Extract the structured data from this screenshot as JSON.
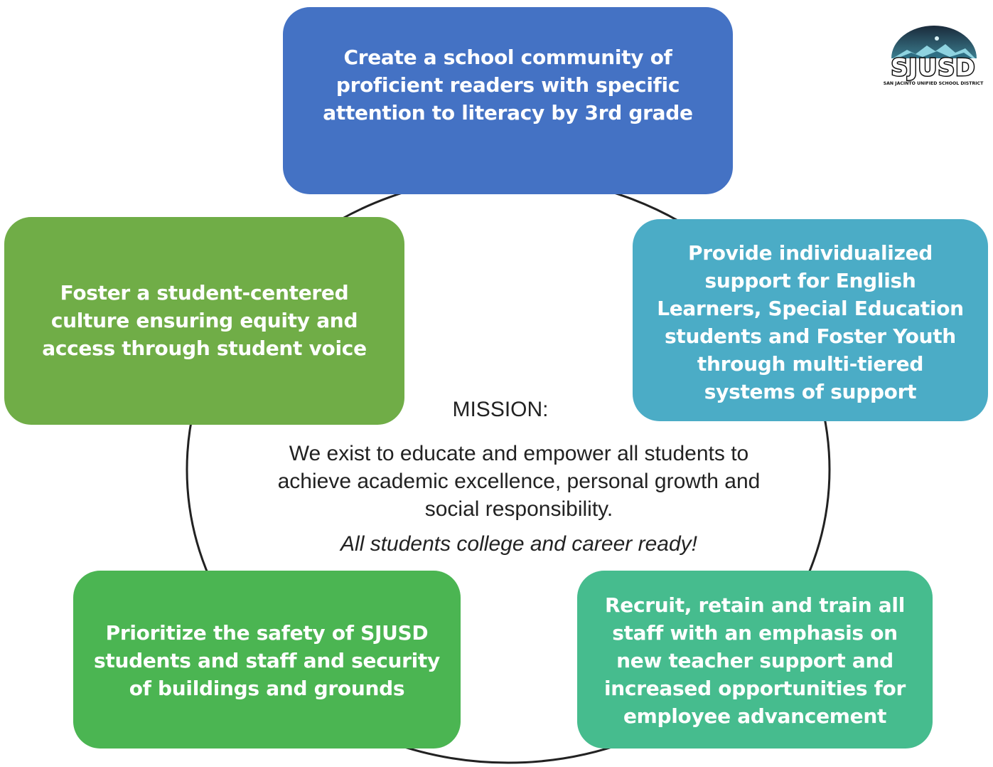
{
  "colors": {
    "top": "#4472C4",
    "left": "#70AD47",
    "right": "#4BACC6",
    "bottom_left": "#4BB552",
    "bottom_right": "#46BC8E",
    "ring": "#222222"
  },
  "goals": {
    "top": "Create a school community of proficient readers with specific attention to literacy by 3rd grade",
    "left": "Foster a student-centered culture ensuring equity and access through student voice",
    "right": "Provide individualized support for English Learners, Special Education students and Foster Youth through multi-tiered systems of support",
    "bottom_left": "Prioritize the safety of SJUSD students and staff and security of buildings and grounds",
    "bottom_right": "Recruit, retain and train all staff with an emphasis on new teacher support and increased opportunities for employee advancement"
  },
  "mission": {
    "title": "MISSION:",
    "body": "We exist to educate and empower all students to achieve academic excellence, personal growth and social responsibility.",
    "tagline": "All students college and career ready!"
  },
  "logo": {
    "name": "SJUSD",
    "subtitle": "SAN JACINTO UNIFIED SCHOOL DISTRICT"
  }
}
